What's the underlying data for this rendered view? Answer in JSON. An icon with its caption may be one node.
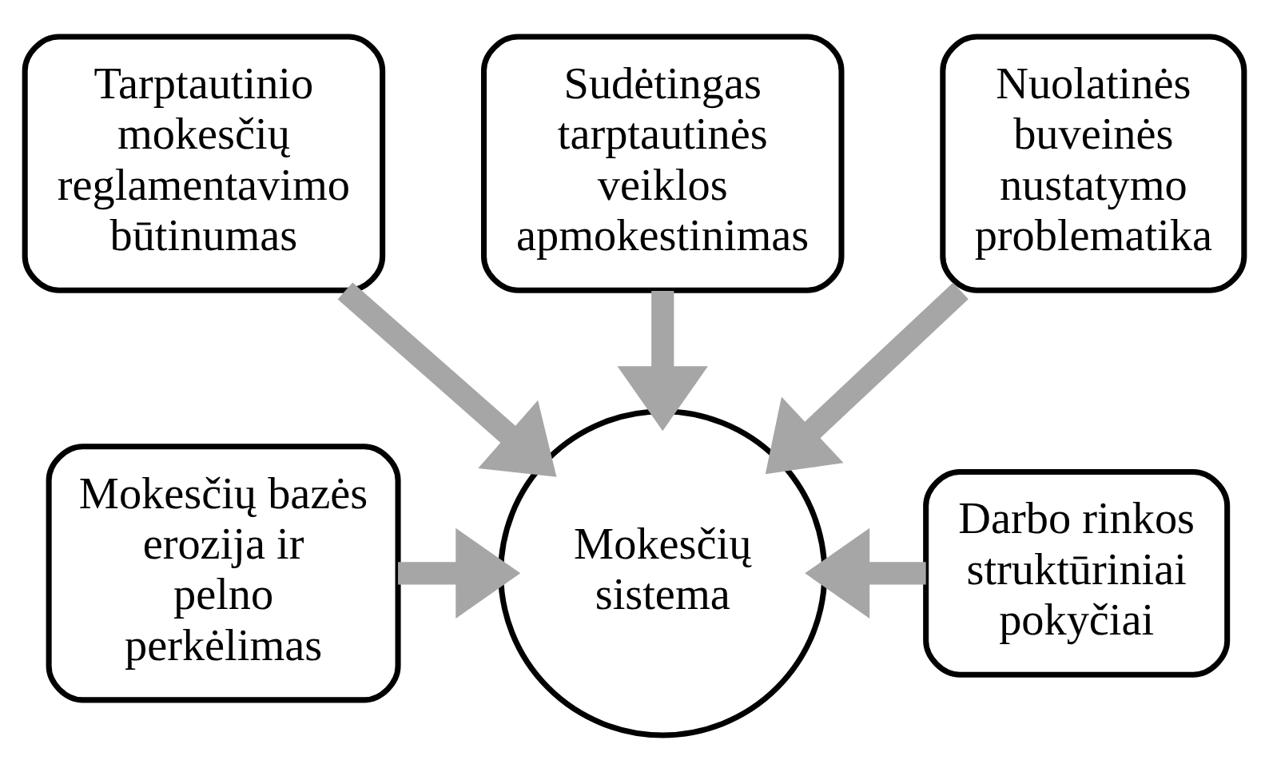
{
  "diagram": {
    "nodes": [
      {
        "text": [
          "Tarptautinio mokesčių reglamentavimo būtinumas"
        ]
      },
      {
        "text": [
          "Sudėtingas tarptautinės veiklos apmokestinimas"
        ]
      },
      {
        "text": [
          "Nuolatinės buveinės nustatymo problematika"
        ]
      },
      {
        "text": [
          "Mokesčių bazės erozija ir pelno perkėlimas"
        ]
      },
      {
        "text": [
          "Mokesčių sistema"
        ]
      },
      {
        "text": [
          "Darbo rinkos struktūriniai pokyčiai"
        ]
      }
    ],
    "edges": [
      {
        "from": 0,
        "to": 4,
        "arrow": "to"
      },
      {
        "from": 1,
        "to": 4,
        "arrow": "to"
      },
      {
        "from": 2,
        "to": 4,
        "arrow": "to"
      },
      {
        "from": 3,
        "to": 4,
        "arrow": "to"
      },
      {
        "from": 5,
        "to": 4,
        "arrow": "to"
      }
    ]
  }
}
